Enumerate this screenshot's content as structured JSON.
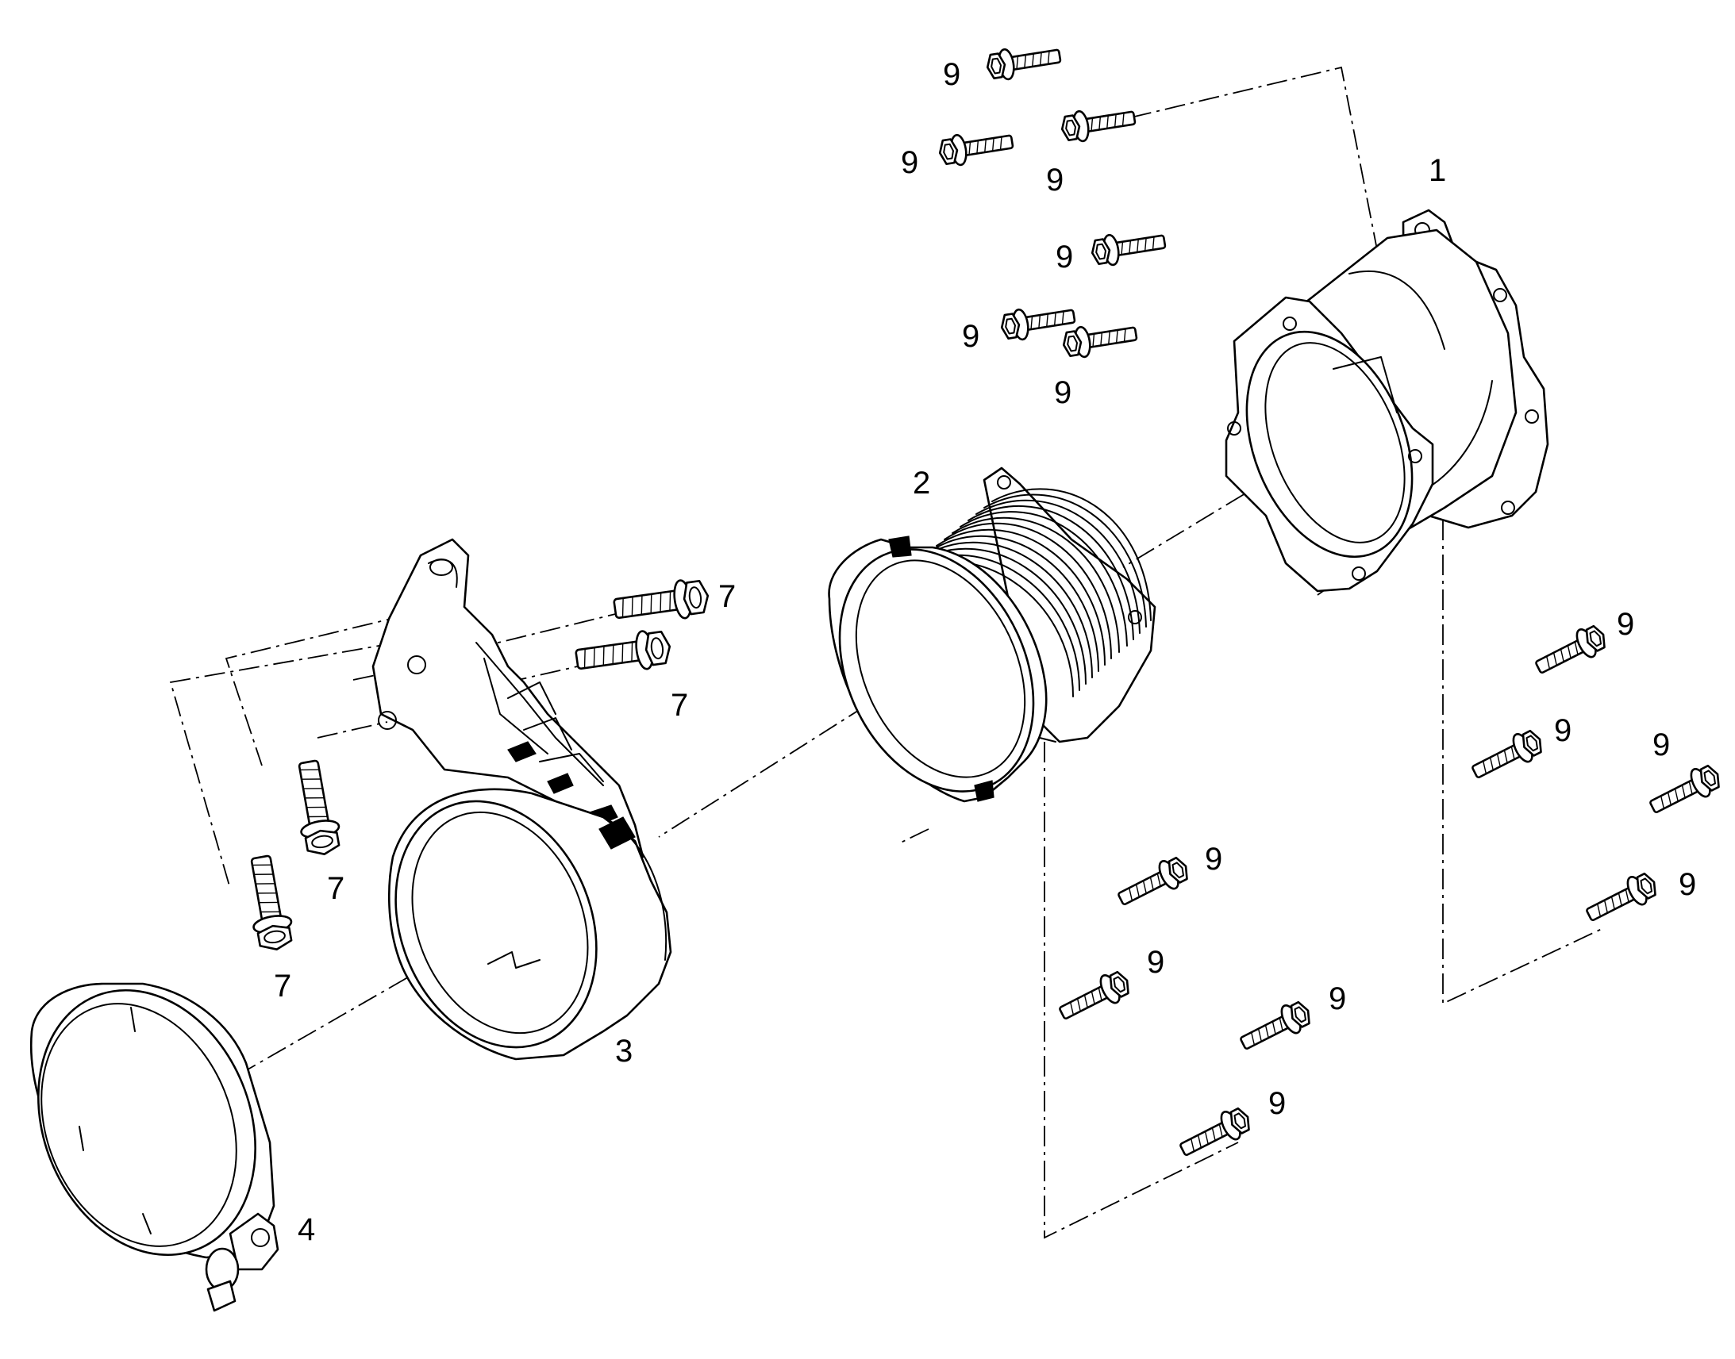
{
  "diagram": {
    "callouts": {
      "c1": "1",
      "c2": "2",
      "c3": "3",
      "c4": "4",
      "c7a": "7",
      "c7b": "7",
      "c7c": "7",
      "c7d": "7",
      "c9a": "9",
      "c9b": "9",
      "c9c": "9",
      "c9d": "9",
      "c9e": "9",
      "c9f": "9",
      "c9g": "9",
      "c9h": "9",
      "c9i": "9",
      "c9j": "9",
      "c9k": "9",
      "c9l": "9",
      "c9m": "9",
      "c9n": "9"
    }
  }
}
